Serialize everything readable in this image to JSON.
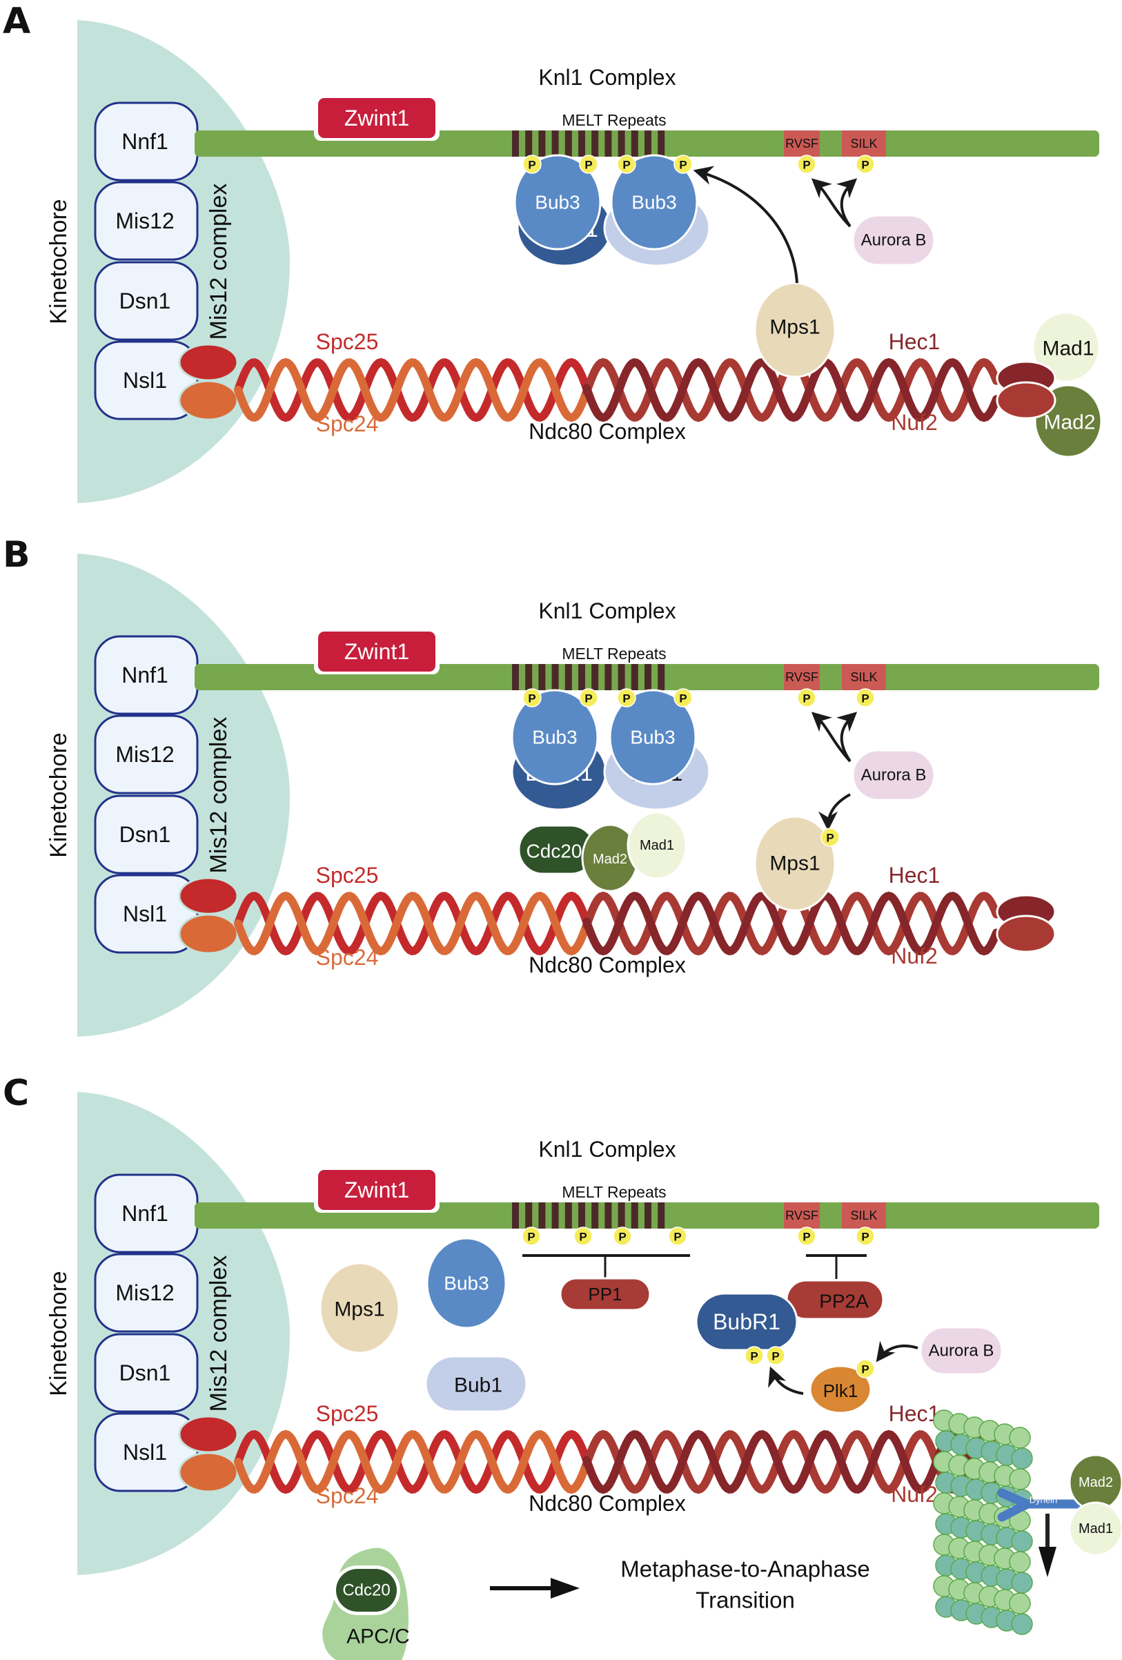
{
  "figure": {
    "colors": {
      "kinetochore": "#c3e2da",
      "mis12_box_fill": "#eef4fb",
      "mis12_box_stroke": "#22318a",
      "knl1_bar": "#77a84d",
      "melt_stripe": "#4a2a28",
      "motif_box": "#cb5a55",
      "zwint1": "#c81e3c",
      "phospho": "#f5ec5a",
      "bub3": "#5a8ac6",
      "bubr1": "#335a92",
      "bub1": "#c3cfe9",
      "aurora_b": "#ecd7e6",
      "mps1": "#e8d9b8",
      "mad1": "#eef4da",
      "mad2": "#6a7f3b",
      "cdc20": "#2f5229",
      "spc25": "#c42a2b",
      "spc24": "#d96a38",
      "hec1": "#86262a",
      "nuf2": "#a83a33",
      "pp1": "#a73b35",
      "pp2a": "#a73b35",
      "plk1": "#d98733",
      "apcc": "#a9d39a",
      "dynein": "#4a7cc3",
      "mt_light": "#a8d69a",
      "mt_dark": "#79bba8"
    },
    "common": {
      "kinetochore_label": "Kinetochore",
      "mis12_complex_label": "Mis12 complex",
      "mis12_subunits": [
        "Nnf1",
        "Mis12",
        "Dsn1",
        "Nsl1"
      ],
      "knl1_title": "Knl1 Complex",
      "zwint1": "Zwint1",
      "melt_label": "MELT Repeats",
      "rvsf": "RVSF",
      "silk": "SILK",
      "phospho": "P",
      "spc25": "Spc25",
      "spc24": "Spc24",
      "hec1": "Hec1",
      "nuf2": "Nuf2",
      "ndc80_title": "Ndc80 Complex"
    },
    "panels": [
      {
        "letter": "A",
        "proteins": {
          "bub3_left": "Bub3",
          "bub3_right": "Bub3",
          "bubr1": "BubR1",
          "bub1": "Bub1",
          "aurora_b": "Aurora B",
          "mps1": "Mps1",
          "mad1": "Mad1",
          "mad2": "Mad2"
        }
      },
      {
        "letter": "B",
        "proteins": {
          "bub3_left": "Bub3",
          "bub3_right": "Bub3",
          "bubr1": "BubR1",
          "bub1": "Bub1",
          "cdc20": "Cdc20",
          "mad2": "Mad2",
          "mad1": "Mad1",
          "aurora_b": "Aurora B",
          "mps1": "Mps1"
        }
      },
      {
        "letter": "C",
        "proteins": {
          "mps1": "Mps1",
          "bub3": "Bub3",
          "bub1": "Bub1",
          "pp1": "PP1",
          "pp2a": "PP2A",
          "bubr1": "BubR1",
          "plk1": "Plk1",
          "aurora_b": "Aurora B",
          "dynein": "Dynein",
          "mad2": "Mad2",
          "mad1": "Mad1",
          "cdc20": "Cdc20",
          "apcc": "APC/C",
          "transition_line1": "Metaphase-to-Anaphase",
          "transition_line2": "Transition"
        }
      }
    ]
  }
}
